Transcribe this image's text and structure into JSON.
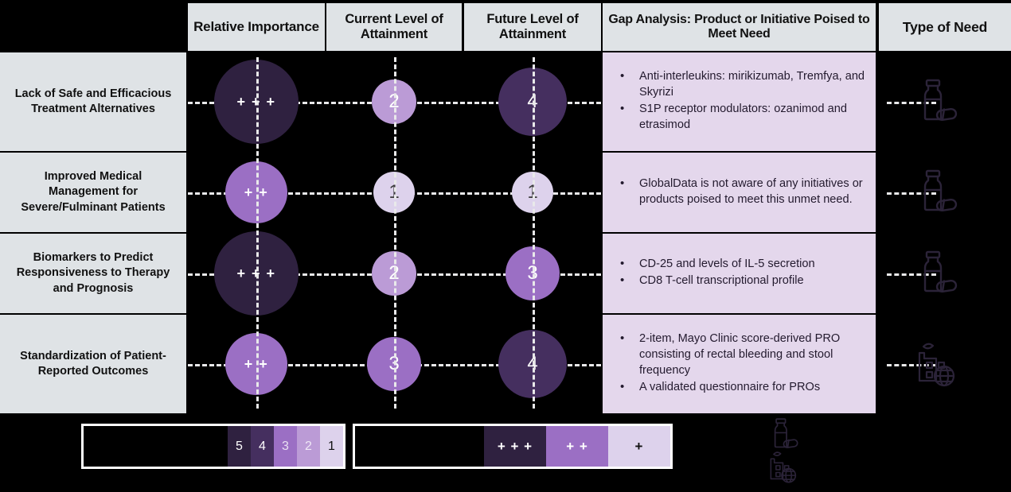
{
  "colors": {
    "header_bg": "#dfe3e6",
    "need_bg": "#dfe3e6",
    "gap_bg": "#e4d7ec",
    "board_bg": "#000000",
    "dash": "#e9e9ea",
    "scale_5": "#2f2140",
    "scale_4": "#452f5f",
    "scale_3": "#9b6fc4",
    "scale_2": "#bb9bd6",
    "scale_1": "#ddd2ec",
    "icon_stroke": "#2b2338"
  },
  "headers": [
    {
      "id": "need",
      "label": ""
    },
    {
      "id": "relative-importance",
      "label": "Relative Importance"
    },
    {
      "id": "current-level",
      "label": "Current Level of Attainment"
    },
    {
      "id": "future-level",
      "label": "Future Level of Attainment"
    },
    {
      "id": "gap-analysis",
      "label": "Gap Analysis: Product or Initiative Poised to Meet Need"
    },
    {
      "id": "type-of-need",
      "label": "Type of Need"
    }
  ],
  "rows": [
    {
      "need": "Lack of Safe and Efficacious Treatment Alternatives",
      "relative_importance": "+ + +",
      "relative_importance_level": 3,
      "current_level": "2",
      "future_level": "4",
      "gap_items": [
        "Anti-interleukins: mirikizumab, Tremfya, and Skyrizi",
        "S1P receptor modulators: ozanimod and etrasimod"
      ],
      "type_of_need_icon": "pill-bottle-icon"
    },
    {
      "need": "Improved Medical Management for Severe/Fulminant Patients",
      "relative_importance": "+ +",
      "relative_importance_level": 2,
      "current_level": "1",
      "future_level": "1",
      "gap_items": [
        "GlobalData is not aware of any initiatives or products poised to meet this unmet need."
      ],
      "type_of_need_icon": "pill-bottle-icon"
    },
    {
      "need": "Biomarkers to Predict Responsiveness to Therapy and Prognosis",
      "relative_importance": "+ + +",
      "relative_importance_level": 3,
      "current_level": "2",
      "future_level": "3",
      "gap_items": [
        "CD-25 and levels of IL-5 secretion",
        "CD8 T-cell transcriptional profile"
      ],
      "type_of_need_icon": "pill-bottle-icon"
    },
    {
      "need": "Standardization of Patient-Reported Outcomes",
      "relative_importance": "+ +",
      "relative_importance_level": 2,
      "current_level": "3",
      "future_level": "4",
      "gap_items": [
        "2-item, Mayo Clinic score-derived PRO consisting of rectal bleeding and stool frequency",
        "A validated questionnaire for PROs"
      ],
      "type_of_need_icon": "factory-globe-icon"
    }
  ],
  "legend_attainment": {
    "label": "",
    "swatches": [
      {
        "value": "5",
        "color": "#2f2140",
        "text_color": "#ffffff"
      },
      {
        "value": "4",
        "color": "#452f5f",
        "text_color": "#ffffff"
      },
      {
        "value": "3",
        "color": "#9b6fc4",
        "text_color": "#e9e0f2"
      },
      {
        "value": "2",
        "color": "#bb9bd6",
        "text_color": "#efe8f6"
      },
      {
        "value": "1",
        "color": "#ddd2ec",
        "text_color": "#111111"
      }
    ]
  },
  "legend_importance": {
    "label": "",
    "swatches": [
      {
        "value": "+ + +",
        "color": "#2f2140",
        "text_color": "#ffffff"
      },
      {
        "value": "+ +",
        "color": "#9b6fc4",
        "text_color": "#ffffff"
      },
      {
        "value": "+",
        "color": "#ddd2ec",
        "text_color": "#111111"
      }
    ]
  },
  "icon_legend": [
    {
      "icon": "pill-bottle-icon",
      "label": ""
    },
    {
      "icon": "factory-globe-icon",
      "label": ""
    }
  ],
  "chart_data": {
    "type": "bubble",
    "title": "Gap Analysis: Product or Initiative Poised to Meet Need",
    "categories": [
      "Lack of Safe and Efficacious Treatment Alternatives",
      "Improved Medical Management for Severe/Fulminant Patients",
      "Biomarkers to Predict Responsiveness to Therapy and Prognosis",
      "Standardization of Patient-Reported Outcomes"
    ],
    "series": [
      {
        "name": "Relative Importance",
        "values": [
          3,
          2,
          3,
          2
        ],
        "scale": "+ (1) to +++ (3)"
      },
      {
        "name": "Current Level of Attainment",
        "values": [
          2,
          1,
          2,
          3
        ],
        "scale": "1 to 5"
      },
      {
        "name": "Future Level of Attainment",
        "values": [
          4,
          1,
          3,
          4
        ],
        "scale": "1 to 5"
      }
    ],
    "xlabel": "",
    "ylabel": "",
    "legend_position": "bottom"
  }
}
